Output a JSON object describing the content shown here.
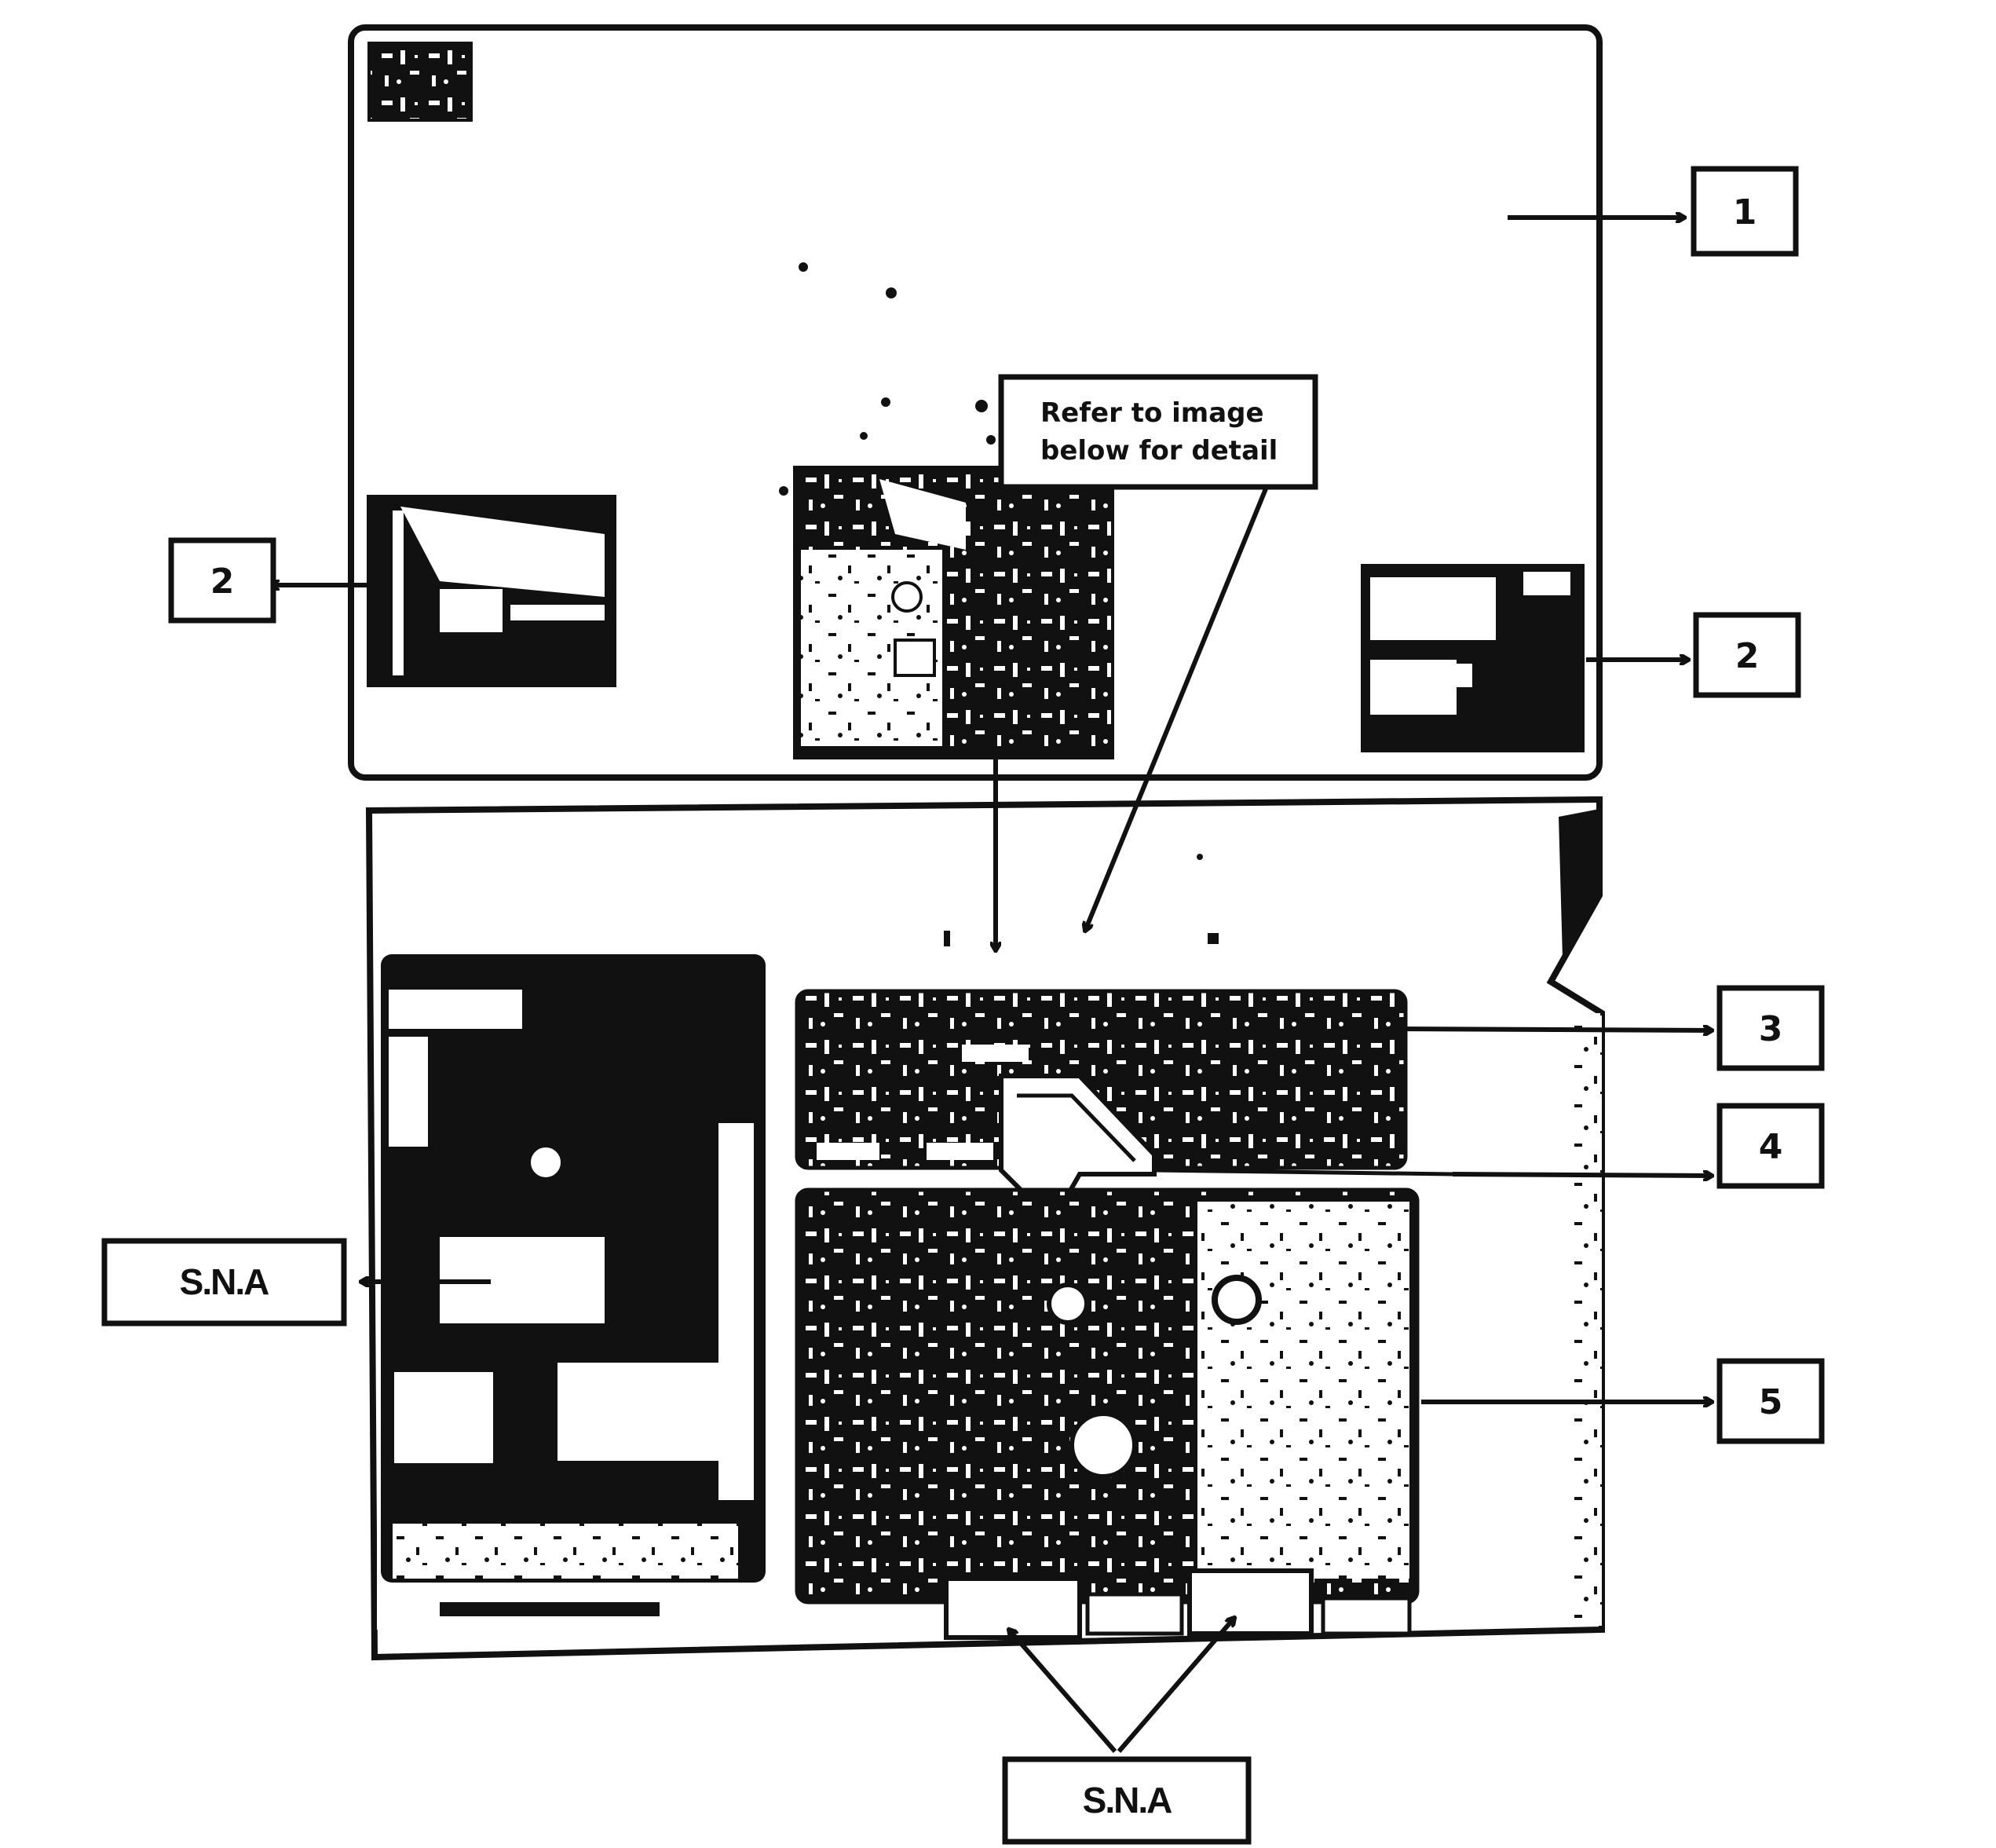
{
  "callouts": {
    "c1": "1",
    "c2_left": "2",
    "c2_right": "2",
    "c3": "3",
    "c4": "4",
    "c5": "5",
    "sna_left": "S.N.A",
    "sna_bottom": "S.N.A"
  },
  "note": {
    "line1": "Refer to image",
    "line2": "below for detail"
  },
  "colors": {
    "ink": "#111111",
    "paper": "#ffffff",
    "shade": "#2a2a2a"
  }
}
